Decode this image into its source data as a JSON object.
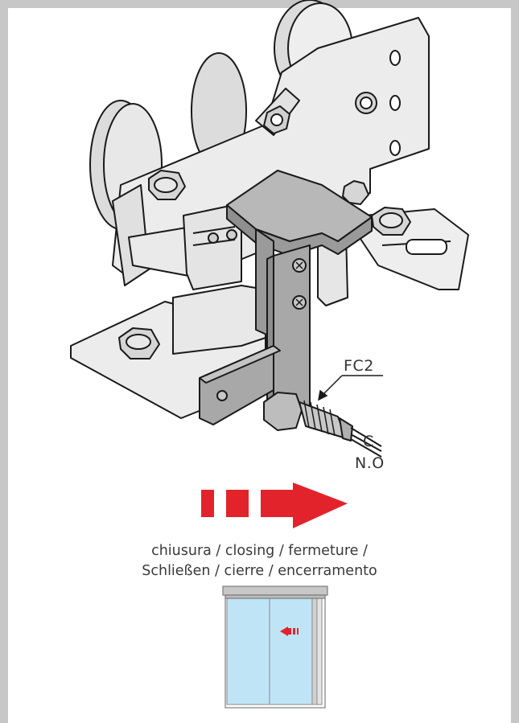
{
  "labels": {
    "switch": "FC2",
    "common": "C",
    "normally_open": "N.O"
  },
  "caption": {
    "line1": "chiusura / closing / fermeture /",
    "line2": "Schließen / cierre / encerramento"
  },
  "icons": {
    "direction_arrow": "arrow-right-icon",
    "door_arrow": "arrow-left-icon",
    "door": "sliding-door-icon"
  },
  "colors": {
    "arrow": "#e3232b",
    "metal": "#e6e6e6",
    "bracket": "#a4a4a4",
    "glass": "#bfe4f6",
    "frame": "#c7c7c7"
  }
}
